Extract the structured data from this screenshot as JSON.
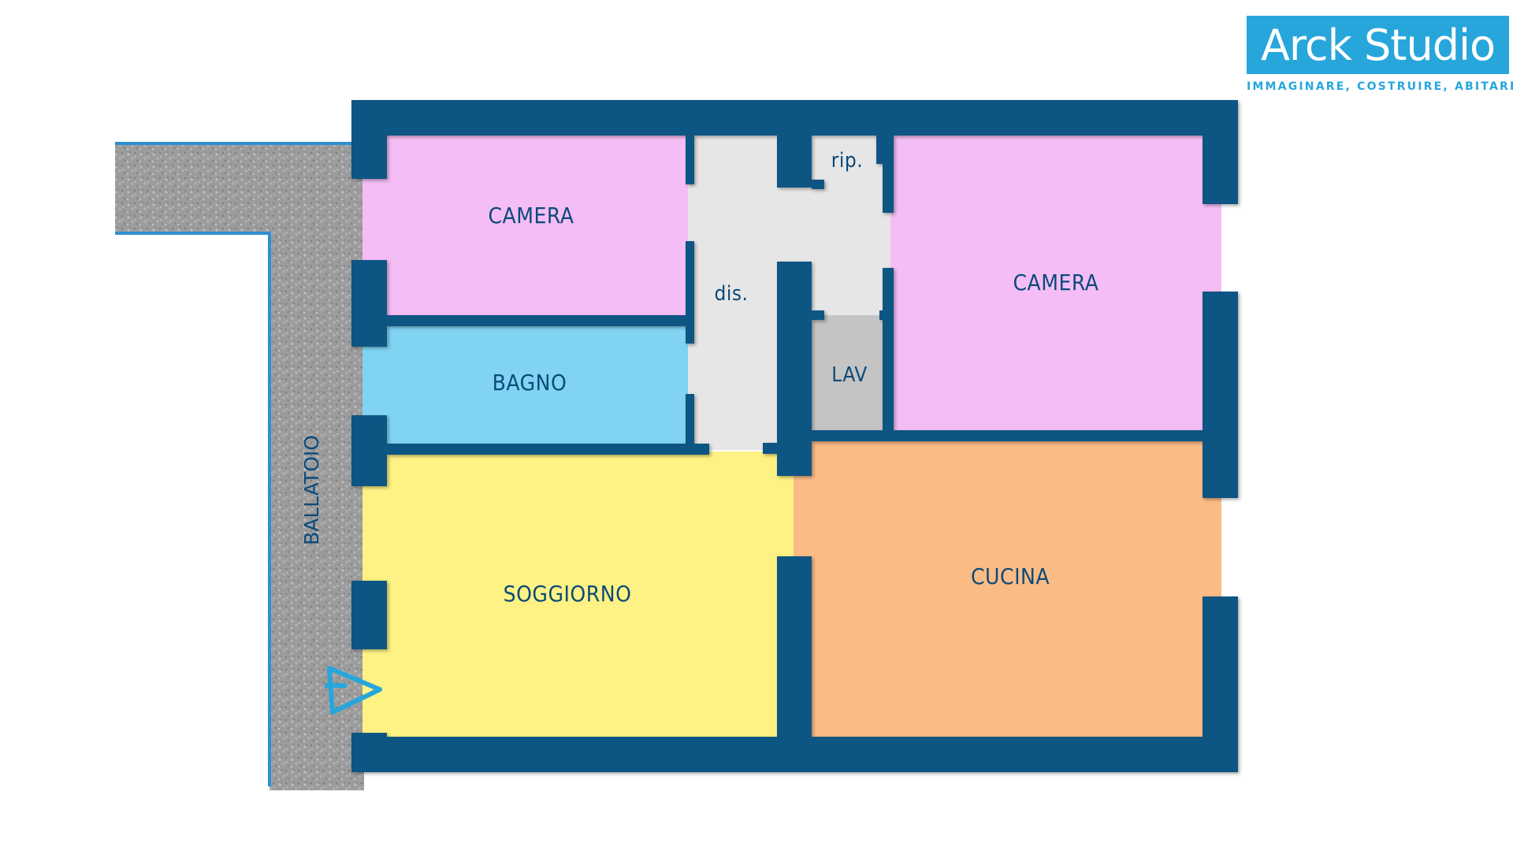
{
  "brand": {
    "name": "Arck Studio",
    "tagline": "IMMAGINARE, COSTRUIRE, ABITARE"
  },
  "rooms": {
    "camera_left": "CAMERA",
    "camera_right": "CAMERA",
    "bagno": "BAGNO",
    "soggiorno": "SOGGIORNO",
    "cucina": "CUCINA",
    "disimpegno": "dis.",
    "ripostiglio": "rip.",
    "lavanderia": "LAV",
    "ballatoio": "BALLATOIO"
  },
  "colors": {
    "wall": "#0b5583",
    "camera": "#f5bdf5",
    "bagno": "#80d4f2",
    "soggiorno": "#fdf283",
    "cucina": "#fbbb85",
    "corridor": "#e6e6e6",
    "lavanderia": "#c4c4c4",
    "ballatoio": "#9a9a9a",
    "brand": "#27a6dc"
  },
  "icons": {
    "entrance": "entrance-arrow-icon"
  }
}
